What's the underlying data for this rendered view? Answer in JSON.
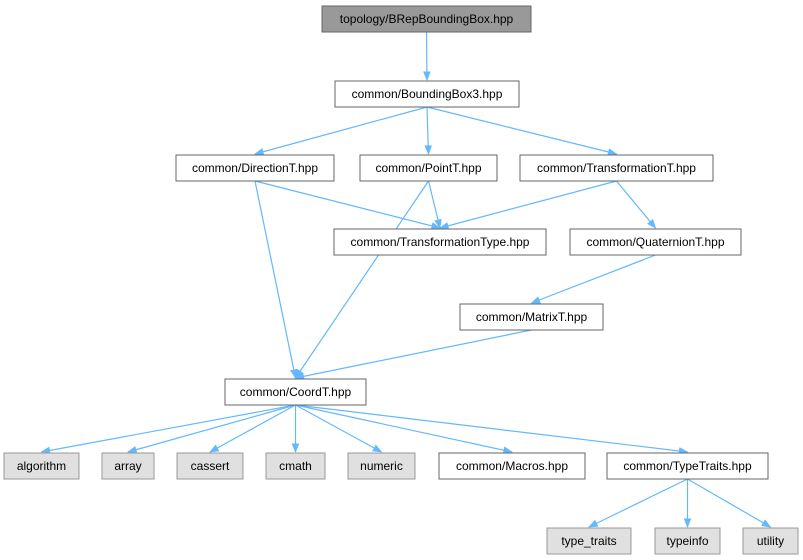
{
  "graph": {
    "nodes": {
      "root": "topology/BRepBoundingBox.hpp",
      "bbox3": "common/BoundingBox3.hpp",
      "direction": "common/DirectionT.hpp",
      "point": "common/PointT.hpp",
      "transformation": "common/TransformationT.hpp",
      "transformation_type": "common/TransformationType.hpp",
      "quaternion": "common/QuaternionT.hpp",
      "matrix": "common/MatrixT.hpp",
      "coord": "common/CoordT.hpp",
      "algorithm": "algorithm",
      "array": "array",
      "cassert": "cassert",
      "cmath": "cmath",
      "numeric": "numeric",
      "macros": "common/Macros.hpp",
      "type_traits_hpp": "common/TypeTraits.hpp",
      "type_traits": "type_traits",
      "typeinfo": "typeinfo",
      "utility": "utility"
    },
    "edges": [
      [
        "root",
        "bbox3"
      ],
      [
        "bbox3",
        "direction"
      ],
      [
        "bbox3",
        "point"
      ],
      [
        "bbox3",
        "transformation"
      ],
      [
        "direction",
        "transformation_type"
      ],
      [
        "direction",
        "coord"
      ],
      [
        "point",
        "transformation_type"
      ],
      [
        "point",
        "coord"
      ],
      [
        "transformation",
        "transformation_type"
      ],
      [
        "transformation",
        "quaternion"
      ],
      [
        "quaternion",
        "matrix"
      ],
      [
        "matrix",
        "coord"
      ],
      [
        "coord",
        "algorithm"
      ],
      [
        "coord",
        "array"
      ],
      [
        "coord",
        "cassert"
      ],
      [
        "coord",
        "cmath"
      ],
      [
        "coord",
        "numeric"
      ],
      [
        "coord",
        "macros"
      ],
      [
        "coord",
        "type_traits_hpp"
      ],
      [
        "type_traits_hpp",
        "type_traits"
      ],
      [
        "type_traits_hpp",
        "typeinfo"
      ],
      [
        "type_traits_hpp",
        "utility"
      ]
    ]
  },
  "colors": {
    "edge": "#63b8ff",
    "root_fill": "#999999",
    "system_fill": "#e0e0e0",
    "node_fill": "#ffffff"
  }
}
